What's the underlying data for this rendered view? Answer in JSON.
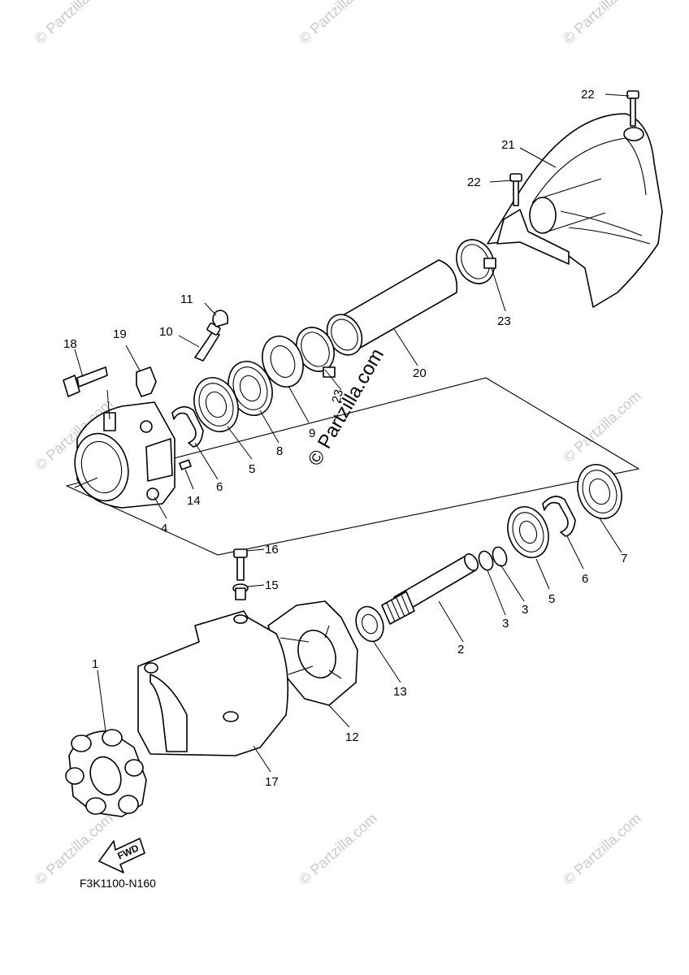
{
  "diagram_code": "F3K1100-N160",
  "watermark": {
    "text": "© Partzilla.com",
    "center_text": "© Partzilla.com"
  },
  "fwd_label": "FWD",
  "callouts": {
    "c1": "1",
    "c2": "2",
    "c3a": "3",
    "c3b": "3",
    "c4": "4",
    "c5a": "5",
    "c5b": "5",
    "c6a": "6",
    "c6b": "6",
    "c7": "7",
    "c8": "8",
    "c9": "9",
    "c10": "10",
    "c11": "11",
    "c12": "12",
    "c13": "13",
    "c14": "14",
    "c15": "15",
    "c16": "16",
    "c17": "17",
    "c18": "18",
    "c19": "19",
    "c20": "20",
    "c21": "21",
    "c22a": "22",
    "c22b": "22",
    "c23a": "23",
    "c23b": "23"
  }
}
